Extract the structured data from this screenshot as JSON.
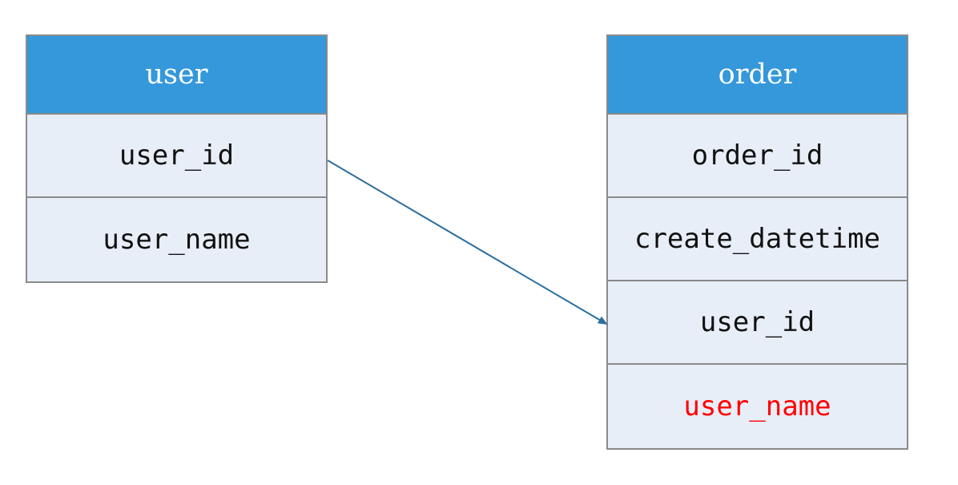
{
  "entities": {
    "user": {
      "title": "user",
      "fields": [
        "user_id",
        "user_name"
      ]
    },
    "order": {
      "title": "order",
      "fields": [
        "order_id",
        "create_datetime",
        "user_id",
        "user_name"
      ]
    }
  },
  "colors": {
    "header_bg": "#3498db",
    "field_bg": "#e8eef8",
    "border": "#8a8a8a",
    "arrow": "#2c6e9e",
    "highlight_field": "#ff0000"
  }
}
